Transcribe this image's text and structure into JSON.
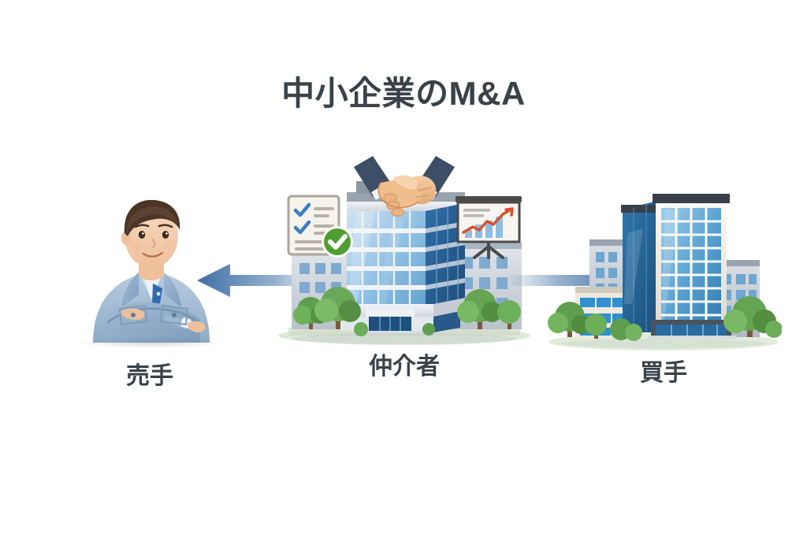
{
  "page": {
    "title": "中小企業のM&A",
    "background_color": "#ffffff",
    "text_color": "#3a4248",
    "accent_color": "#3f6fa5"
  },
  "diagram": {
    "type": "three-node-flow",
    "nodes": [
      {
        "id": "seller",
        "label": "売手",
        "icon": "businessman-arms-crossed",
        "position": "left"
      },
      {
        "id": "intermediary",
        "label": "仲介者",
        "icon": "office-building",
        "position": "center",
        "badges": [
          {
            "id": "handshake",
            "icon": "handshake-icon"
          },
          {
            "id": "checklist",
            "icon": "checklist-document-icon"
          },
          {
            "id": "chart-board",
            "icon": "presentation-chart-icon"
          }
        ]
      },
      {
        "id": "buyer",
        "label": "買手",
        "icon": "corporate-tower",
        "position": "right"
      }
    ],
    "arrows": [
      {
        "id": "arrow-left",
        "direction": "left",
        "from": "intermediary",
        "to": "seller",
        "color": "#3f6fa5"
      },
      {
        "id": "arrow-right",
        "direction": "right",
        "from": "intermediary",
        "to": "buyer",
        "color": "#3f6fa5"
      }
    ]
  }
}
